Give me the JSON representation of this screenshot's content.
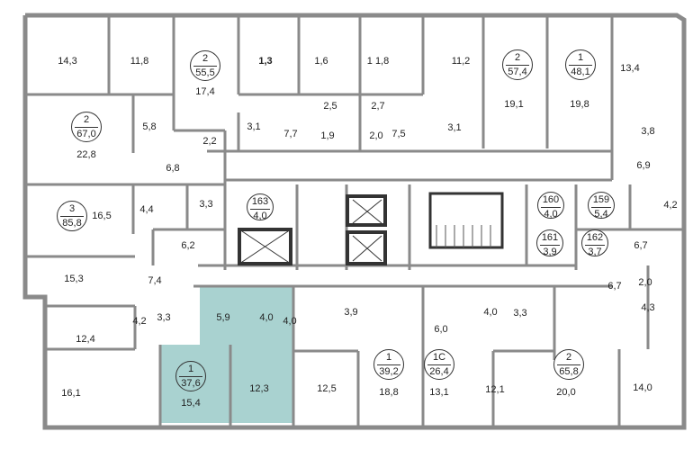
{
  "colors": {
    "wall": "#8a8a8a",
    "wall_dark": "#333333",
    "highlight": "#a9d2d0"
  },
  "apartments": [
    {
      "rooms": "2",
      "area": "55,5"
    },
    {
      "rooms": "2",
      "area": "67,0"
    },
    {
      "rooms": "2",
      "area": "57,4"
    },
    {
      "rooms": "1",
      "area": "48,1"
    },
    {
      "rooms": "3",
      "area": "85,8"
    },
    {
      "rooms": "163",
      "area": "4,0"
    },
    {
      "rooms": "160",
      "area": "4,0"
    },
    {
      "rooms": "159",
      "area": "5,4"
    },
    {
      "rooms": "161",
      "area": "3,9"
    },
    {
      "rooms": "162",
      "area": "3,7"
    },
    {
      "rooms": "1",
      "area": "37,6",
      "selected": true
    },
    {
      "rooms": "1",
      "area": "39,2"
    },
    {
      "rooms": "1С",
      "area": "26,4"
    },
    {
      "rooms": "2",
      "area": "65,8"
    }
  ],
  "rooms": [
    "14,3",
    "11,8",
    "17,4",
    "1,3",
    "1,6",
    "1 1,8",
    "11,2",
    "19,1",
    "19,8",
    "13,4",
    "5,8",
    "2,2",
    "3,1",
    "7,7",
    "2,5",
    "1,9",
    "2,7",
    "2,0",
    "7,5",
    "3,1",
    "3,8",
    "6,9",
    "22,8",
    "6,8",
    "16,5",
    "4,4",
    "3,3",
    "4,2",
    "6,2",
    "6,7",
    "15,3",
    "7,4",
    "6,7",
    "2,0",
    "4,3",
    "4,2",
    "3,3",
    "5,9",
    "4,0",
    "4,0",
    "3,9",
    "6,0",
    "4,0",
    "3,3",
    "12,4",
    "16,1",
    "15,4",
    "12,3",
    "12,5",
    "18,8",
    "13,1",
    "12,1",
    "20,0",
    "14,0"
  ]
}
